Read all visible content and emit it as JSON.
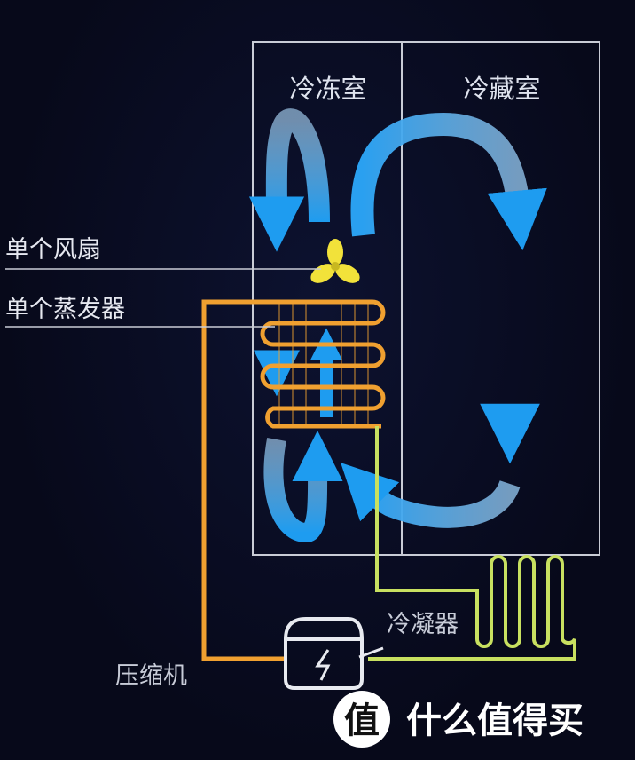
{
  "compartments": {
    "freezer": "冷冻室",
    "fridge": "冷藏室"
  },
  "callouts": {
    "fan": "单个风扇",
    "evaporator": "单个蒸发器"
  },
  "components": {
    "condenser": "冷凝器",
    "compressor": "压缩机"
  },
  "watermark": {
    "logo_char": "值",
    "text": "什么值得买"
  },
  "colors": {
    "airflow": "#3aa8f0",
    "fan": "#f2e23a",
    "evaporator_pipe": "#f0a030",
    "condenser_pipe": "#c8e060",
    "box": "#c9ccd6"
  }
}
